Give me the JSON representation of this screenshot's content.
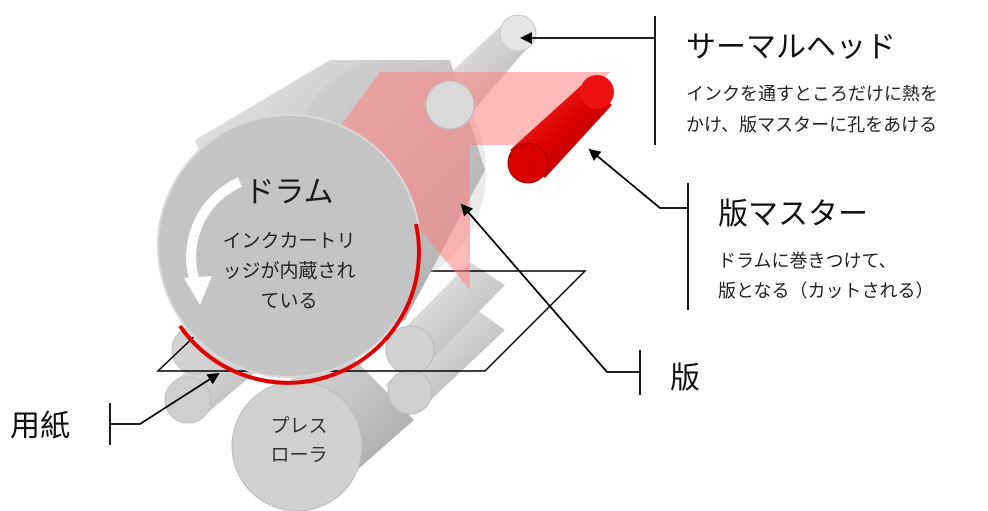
{
  "labels": {
    "thermal_head": {
      "title": "サーマルヘッド",
      "desc": [
        "インクを通すところだけに熱を",
        "かけ、版マスターに孔をあける"
      ]
    },
    "plate_master": {
      "title": "版マスター",
      "desc": [
        "ドラムに巻きつけて、",
        "版となる（カットされる）"
      ]
    },
    "plate": {
      "title": "版"
    },
    "paper": {
      "title": "用紙"
    },
    "drum": {
      "title": "ドラム",
      "desc": [
        "インクカートリ",
        "ッジが内蔵され",
        "ている"
      ]
    },
    "press_roller": {
      "lines": [
        "プレス",
        "ローラ"
      ]
    }
  },
  "colors": {
    "master_red": "#e00000",
    "plate_pink": "#ff8080",
    "drum_gray": "#c8c8c8",
    "roller_gray": "#d6d6d6",
    "line": "#000000"
  }
}
